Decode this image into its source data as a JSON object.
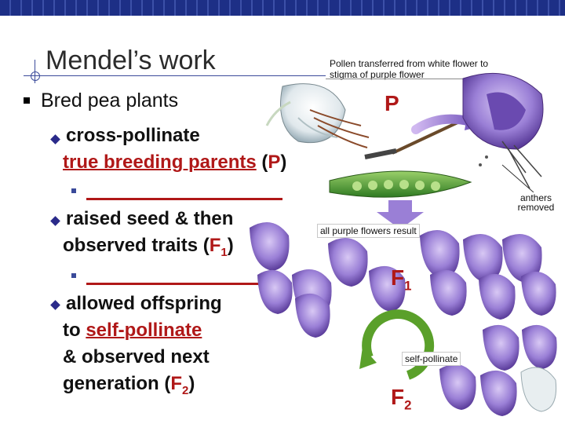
{
  "title": "Mendel’s work",
  "caption_top": "Pollen transferred from white flower to stigma of purple flower",
  "bullets": {
    "main": "Bred pea plants",
    "cross_line1": "cross-pollinate",
    "cross_link": "true breeding parents",
    "cross_paren_open": " (",
    "cross_P": "P",
    "cross_paren_close": ")",
    "raised_line1": "raised seed & then",
    "raised_line2": "observed traits (",
    "raised_F": "F",
    "raised_sub": "1",
    "raised_close": ")",
    "allowed_line1": "allowed offspring",
    "allowed_to": "to ",
    "allowed_link": "self-pollinate",
    "allowed_line3": "& observed next",
    "allowed_line4": "generation (",
    "allowed_F": "F",
    "allowed_sub": "2",
    "allowed_close": ")"
  },
  "diagram": {
    "P_label": "P",
    "anthers_label": "anthers removed",
    "all_purple_label": "all purple flowers result",
    "F1_letter": "F",
    "F1_sub": "1",
    "self_pollinate_label": "self-pollinate",
    "F2_letter": "F",
    "F2_sub": "2"
  },
  "colors": {
    "accent_red": "#b01818",
    "bar_blue": "#1d2f86",
    "flower_purple": "#8a6fc8",
    "pod_green": "#3a8a2a",
    "arrow_green": "#5aa02a"
  }
}
